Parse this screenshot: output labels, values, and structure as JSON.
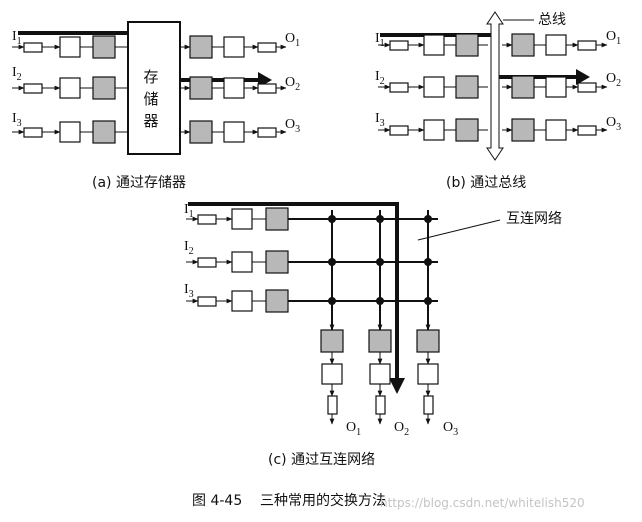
{
  "diagram_a": {
    "inputs": [
      {
        "base": "I",
        "sub": "1"
      },
      {
        "base": "I",
        "sub": "2"
      },
      {
        "base": "I",
        "sub": "3"
      }
    ],
    "outputs": [
      {
        "base": "O",
        "sub": "1"
      },
      {
        "base": "O",
        "sub": "2"
      },
      {
        "base": "O",
        "sub": "3"
      }
    ],
    "memory_label": [
      "存",
      "储",
      "器"
    ],
    "caption": "(a) 通过存储器"
  },
  "diagram_b": {
    "inputs": [
      {
        "base": "I",
        "sub": "1"
      },
      {
        "base": "I",
        "sub": "2"
      },
      {
        "base": "I",
        "sub": "3"
      }
    ],
    "outputs": [
      {
        "base": "O",
        "sub": "1"
      },
      {
        "base": "O",
        "sub": "2"
      },
      {
        "base": "O",
        "sub": "3"
      }
    ],
    "bus_label": "总线",
    "caption": "(b) 通过总线"
  },
  "diagram_c": {
    "inputs": [
      {
        "base": "I",
        "sub": "1"
      },
      {
        "base": "I",
        "sub": "2"
      },
      {
        "base": "I",
        "sub": "3"
      }
    ],
    "outputs": [
      {
        "base": "O",
        "sub": "1"
      },
      {
        "base": "O",
        "sub": "2"
      },
      {
        "base": "O",
        "sub": "3"
      }
    ],
    "network_label": "互连网络",
    "caption": "(c) 通过互连网络"
  },
  "figure_caption": "图 4-45    三种常用的交换方法",
  "watermark": "https://blog.csdn.net/whitelish520",
  "colors": {
    "box_gray": "#b8b8b8",
    "line": "#111111",
    "watermark": "#c8c8c8"
  }
}
